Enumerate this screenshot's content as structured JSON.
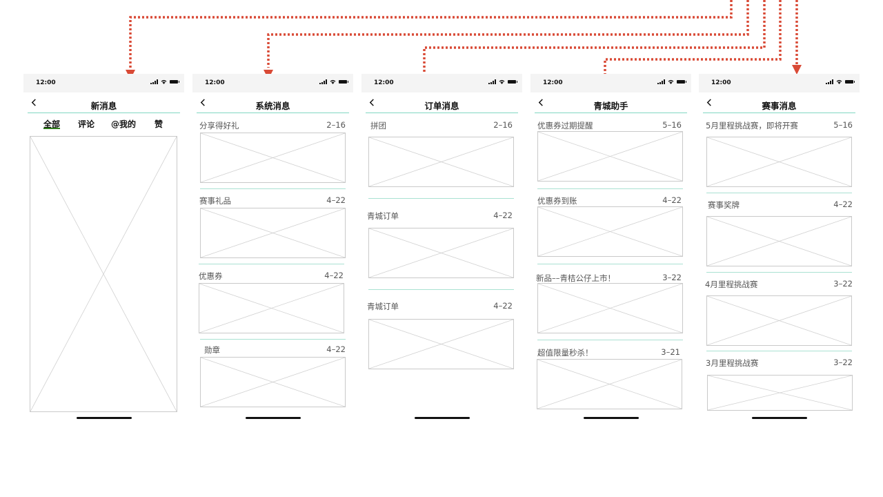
{
  "status_time": "12:00",
  "screens": [
    {
      "title": "新消息",
      "tabs": [
        "全部",
        "评论",
        "@我的",
        "赞"
      ]
    },
    {
      "title": "系统消息",
      "items": [
        {
          "label": "分享得好礼",
          "date": "2–16"
        },
        {
          "label": "赛事礼品",
          "date": "4–22"
        },
        {
          "label": "优惠券",
          "date": "4–22"
        },
        {
          "label": "勋章",
          "date": "4–22"
        }
      ]
    },
    {
      "title": "订单消息",
      "items": [
        {
          "label": "拼团",
          "date": "2–16"
        },
        {
          "label": "青城订单",
          "date": "4–22"
        },
        {
          "label": "青城订单",
          "date": "4–22"
        }
      ]
    },
    {
      "title": "青城助手",
      "items": [
        {
          "label": "优惠券过期提醒",
          "date": "5–16"
        },
        {
          "label": "优惠券到账",
          "date": "4–22"
        },
        {
          "label": "新品––青桔公仔上市！",
          "date": "3–22"
        },
        {
          "label": "超值限量秒杀！",
          "date": "3–21"
        }
      ]
    },
    {
      "title": "赛事消息",
      "items": [
        {
          "label": "5月里程挑战赛，即将开赛",
          "date": "5–16"
        },
        {
          "label": "赛事奖牌",
          "date": "4–22"
        },
        {
          "label": "4月里程挑战赛",
          "date": "3–22"
        },
        {
          "label": "3月里程挑战赛",
          "date": "3–22"
        }
      ]
    }
  ],
  "colors": {
    "arrow": "#d94a36",
    "divider": "#7fd6c2",
    "tab_underline": "#2f7d1b"
  }
}
